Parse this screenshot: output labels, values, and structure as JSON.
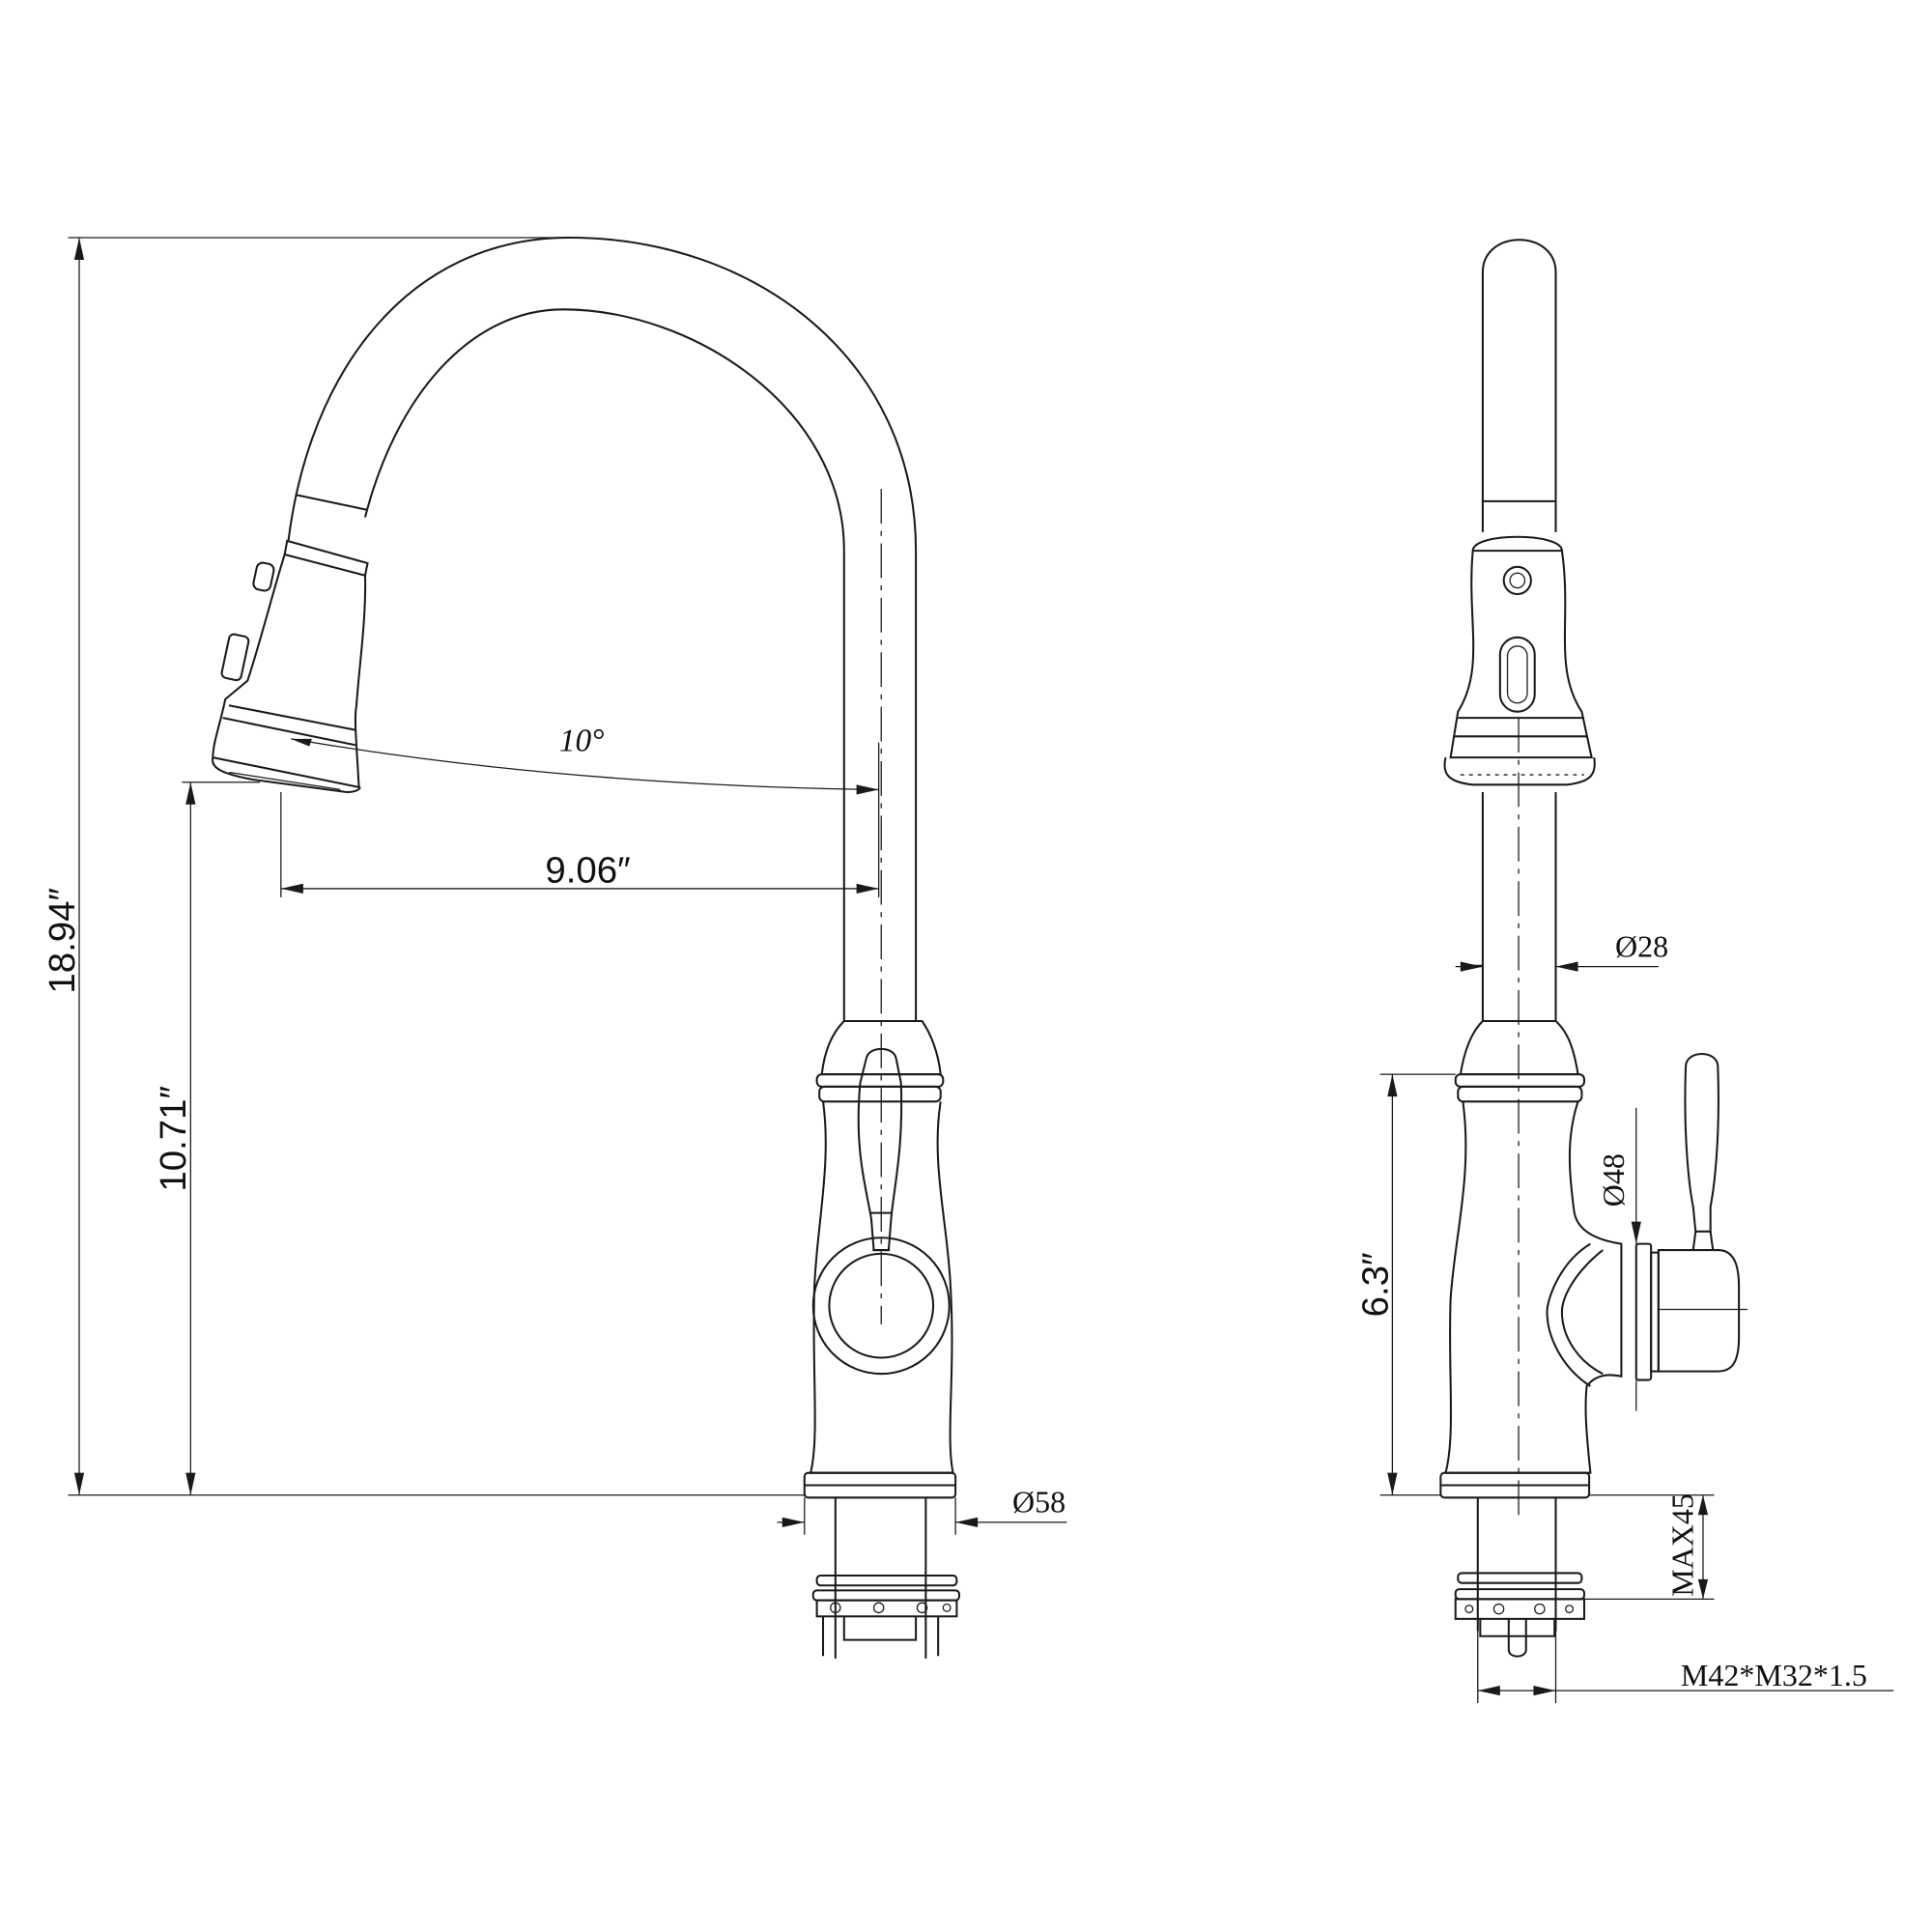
{
  "drawing": {
    "front_view": {
      "overall_height": "18.94″",
      "spout_outlet_height": "10.71″",
      "spout_reach": "9.06″",
      "swivel_angle": "10°",
      "base_diameter": "Ø58"
    },
    "side_view": {
      "tube_diameter": "Ø28",
      "body_diameter": "Ø48",
      "body_height": "6.3″",
      "max_deck_thickness": "MAX45",
      "thread_spec": "M42*M32*1.5"
    }
  }
}
